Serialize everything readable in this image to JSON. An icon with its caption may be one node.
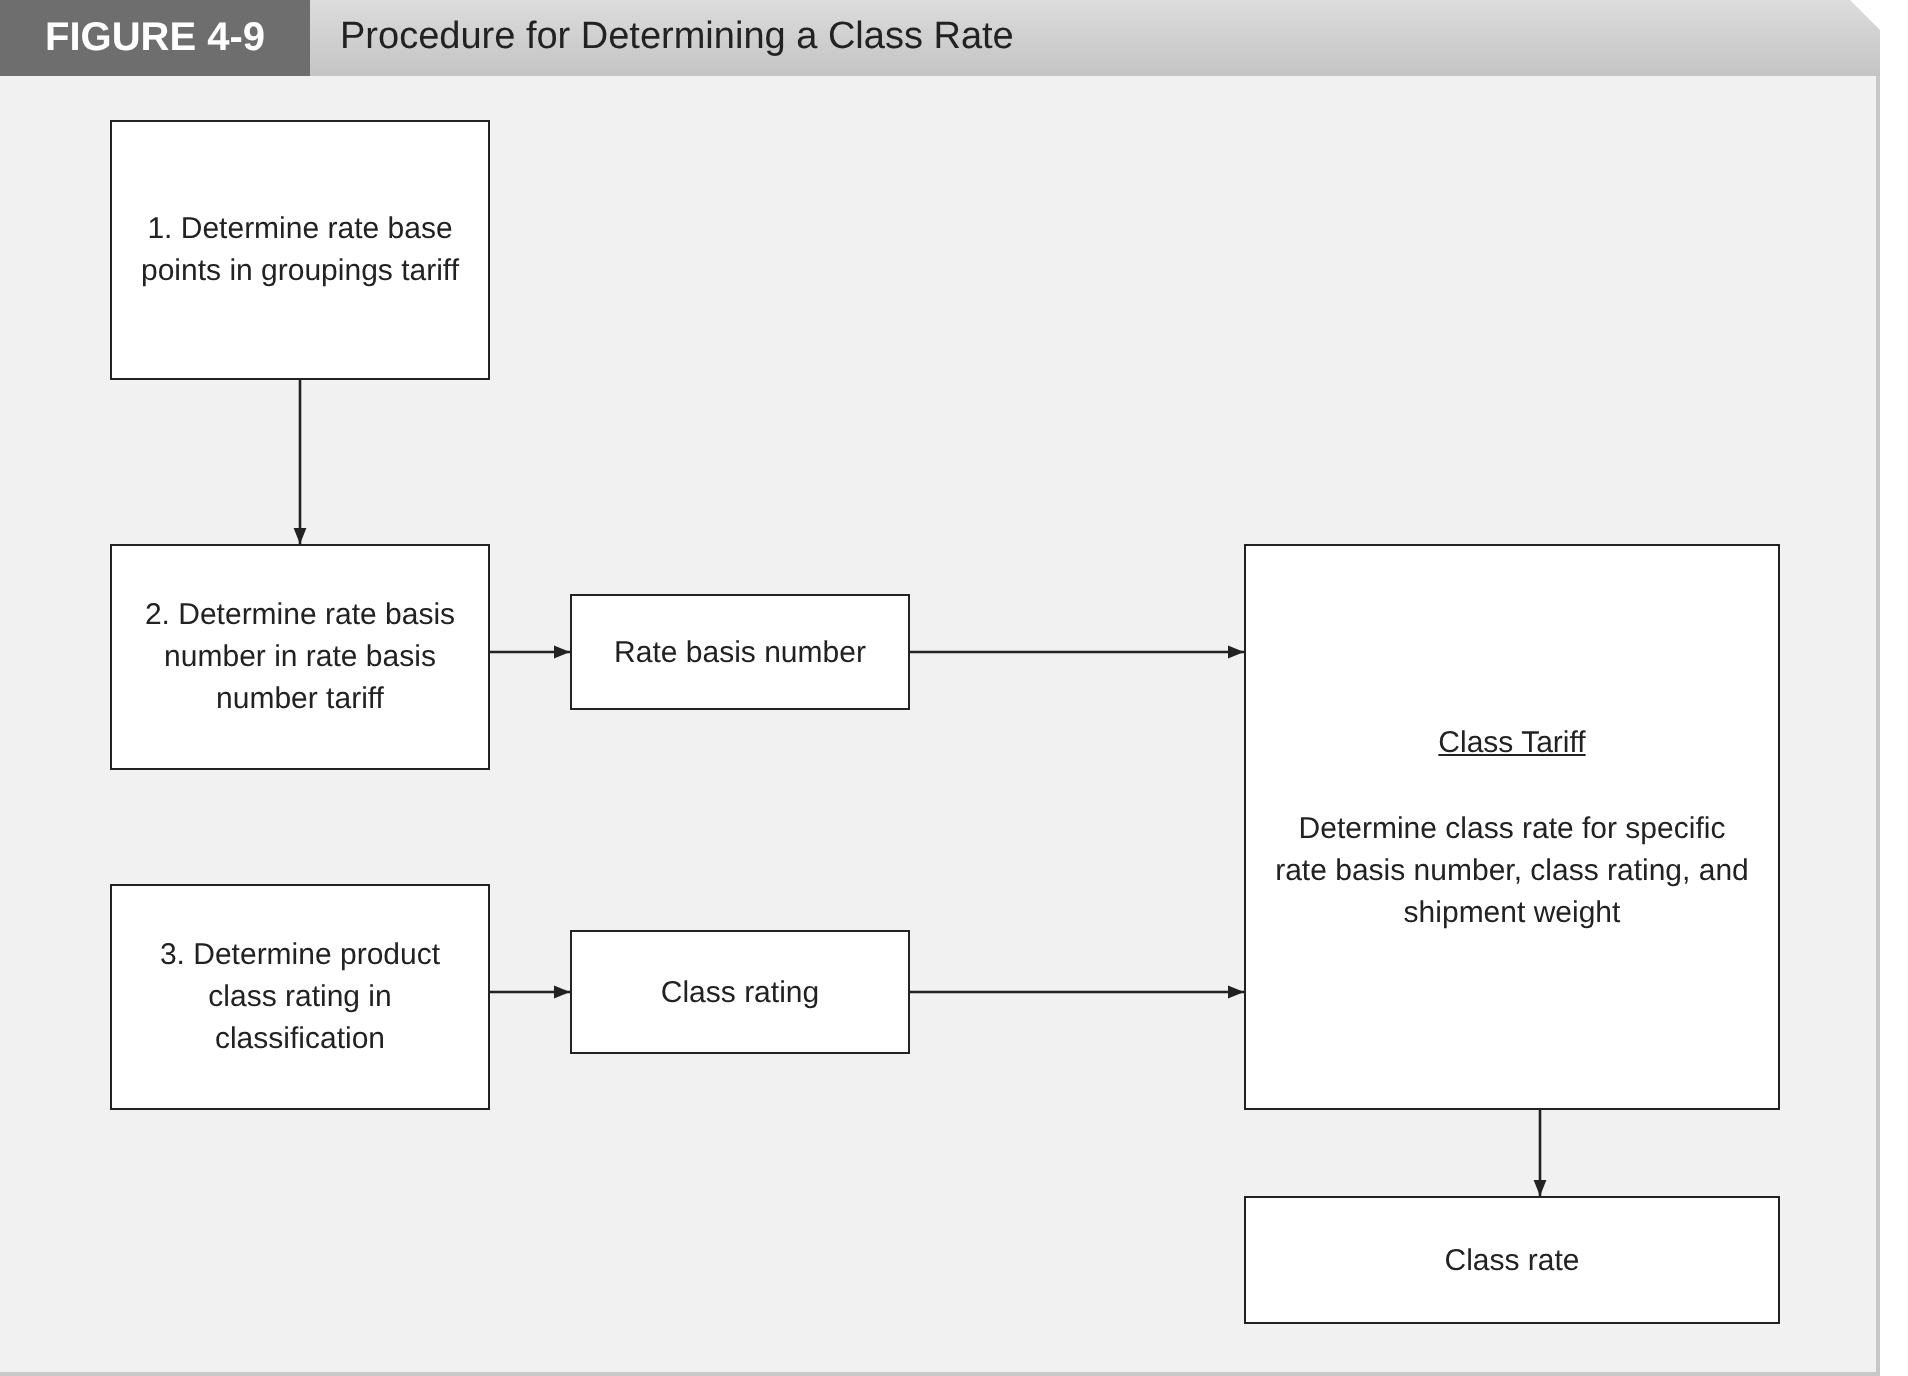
{
  "diagram": {
    "title": "Procedure for Determining a Class Rate",
    "nodes": [
      {
        "text": [
          "1. Determine rate base points in groupings tariff"
        ]
      },
      {
        "text": [
          "2. Determine rate basis number in rate basis number tariff"
        ]
      },
      {
        "text": [
          "Rate basis number"
        ]
      },
      {
        "text": [
          "Class Tariff",
          "Determine class rate for specific rate basis number, class rating, and shipment weight"
        ]
      },
      {
        "text": [
          "3. Determine product class rating in classification"
        ]
      },
      {
        "text": [
          "Class rating"
        ]
      },
      {
        "text": [
          "Class rate"
        ]
      }
    ],
    "edges": [
      {
        "from": 0,
        "to": 1,
        "arrow": "to"
      },
      {
        "from": 1,
        "to": 2,
        "arrow": "to"
      },
      {
        "from": 2,
        "to": 3,
        "arrow": "to"
      },
      {
        "from": 4,
        "to": 5,
        "arrow": "to"
      },
      {
        "from": 5,
        "to": 3,
        "arrow": "to"
      },
      {
        "from": 3,
        "to": 6,
        "arrow": "to"
      }
    ],
    "labels": [
      "FIGURE 4-9"
    ]
  }
}
